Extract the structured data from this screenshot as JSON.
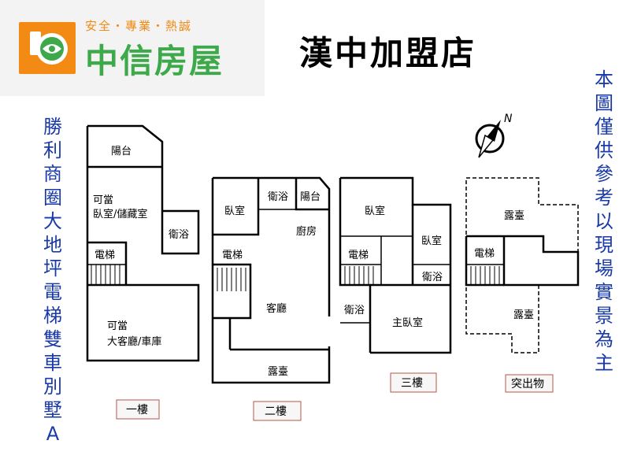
{
  "header": {
    "slogan": "安全・專業・熱誠",
    "brand": "中信房屋",
    "store": "漢中加盟店"
  },
  "side_notes": {
    "left": "勝利商圈大地坪電梯雙車別墅A",
    "right": "本圖僅供參考以現場實景為主"
  },
  "compass": {
    "label": "N"
  },
  "floors": {
    "f1": {
      "label": "一樓",
      "rooms": {
        "balcony": "陽台",
        "bedroom_line1": "可當",
        "bedroom_line2": "臥室/儲藏室",
        "bath": "衛浴",
        "elevator": "電梯",
        "garage_line1": "可當",
        "garage_line2": "大客廳/車庫"
      }
    },
    "f2": {
      "label": "二樓",
      "rooms": {
        "bedroom": "臥室",
        "bath": "衛浴",
        "balcony": "陽台",
        "kitchen": "廚房",
        "elevator": "電梯",
        "living": "客廳",
        "terrace": "露臺"
      }
    },
    "f3": {
      "label": "三樓",
      "rooms": {
        "bedroom1": "臥室",
        "bedroom2": "臥室",
        "elevator": "電梯",
        "bath1": "衛浴",
        "bath2": "衛浴",
        "master": "主臥室"
      }
    },
    "roof": {
      "label": "突出物",
      "rooms": {
        "terrace1": "露臺",
        "elevator": "電梯",
        "terrace2": "露臺"
      }
    }
  },
  "colors": {
    "brand_orange": "#f28a14",
    "brand_green": "#3ea94a",
    "note_blue": "#1a3aa8",
    "label_border": "#b7554a"
  }
}
